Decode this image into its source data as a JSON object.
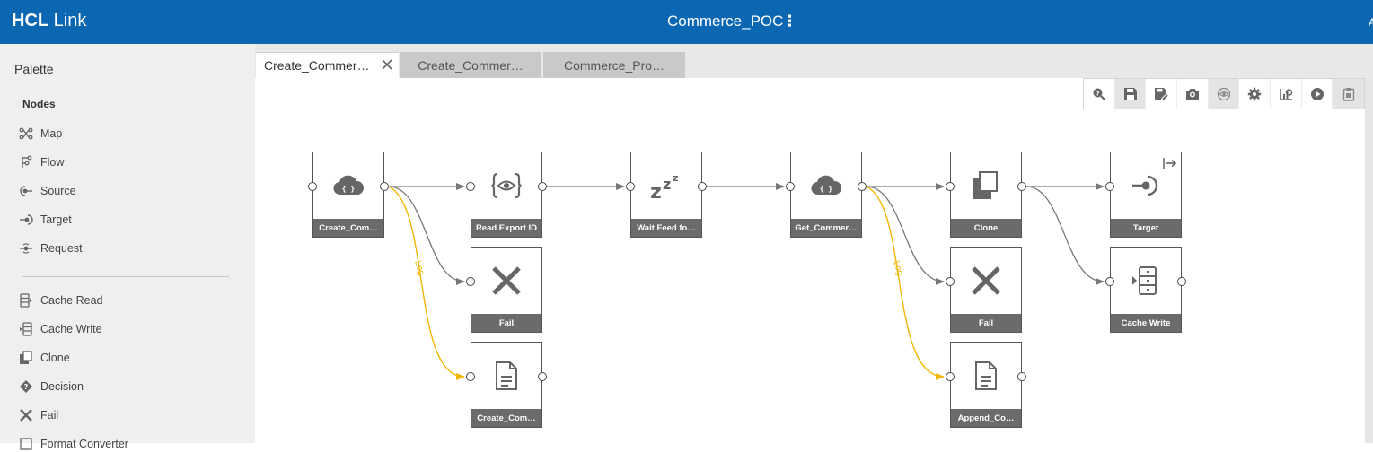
{
  "header": {
    "brand_bold": "HCL",
    "brand_rest": "Link",
    "project_title": "Commerce_POC",
    "kebab": "⋮",
    "edge_glyph": "A"
  },
  "palette": {
    "title": "Palette",
    "nodes_heading": "Nodes",
    "items": [
      {
        "label": "Map",
        "icon": "map-icon"
      },
      {
        "label": "Flow",
        "icon": "flow-icon"
      },
      {
        "label": "Source",
        "icon": "source-icon"
      },
      {
        "label": "Target",
        "icon": "target-icon"
      },
      {
        "label": "Request",
        "icon": "request-icon"
      },
      {
        "label": "Cache Read",
        "icon": "cache-read-icon"
      },
      {
        "label": "Cache Write",
        "icon": "cache-write-icon"
      },
      {
        "label": "Clone",
        "icon": "clone-icon"
      },
      {
        "label": "Decision",
        "icon": "decision-icon"
      },
      {
        "label": "Fail",
        "icon": "fail-icon"
      },
      {
        "label": "Format Converter",
        "icon": "format-converter-icon"
      }
    ]
  },
  "tabs": [
    {
      "label": "Create_Commer…",
      "active": true
    },
    {
      "label": "Create_Commer…",
      "active": false
    },
    {
      "label": "Commerce_Pro…",
      "active": false
    }
  ],
  "toolbar": [
    "search-icon",
    "save-icon",
    "save-as-icon",
    "snapshot-icon",
    "view-icon",
    "settings-icon",
    "monitor-icon",
    "run-icon",
    "clipboard-icon"
  ],
  "nodes": [
    {
      "id": "n1",
      "label": "Create_Com…",
      "icon": "cloud-icon"
    },
    {
      "id": "n2",
      "label": "Read Export ID",
      "icon": "json-view-icon"
    },
    {
      "id": "n3",
      "label": "Fail",
      "icon": "fail-icon"
    },
    {
      "id": "n4",
      "label": "Create_Com…",
      "icon": "document-icon"
    },
    {
      "id": "n5",
      "label": "Wait Feed fo…",
      "icon": "sleep-icon"
    },
    {
      "id": "n6",
      "label": "Get_Commer…",
      "icon": "cloud-icon"
    },
    {
      "id": "n7",
      "label": "Clone",
      "icon": "clone-icon"
    },
    {
      "id": "n8",
      "label": "Fail",
      "icon": "fail-icon"
    },
    {
      "id": "n9",
      "label": "Append_Co…",
      "icon": "document-icon"
    },
    {
      "id": "n10",
      "label": "Target",
      "icon": "target-icon"
    },
    {
      "id": "n11",
      "label": "Cache Write",
      "icon": "cache-write-icon"
    }
  ],
  "links": {
    "log_label": "Log",
    "colors": {
      "normal": "#777777",
      "log": "#f2b705"
    }
  }
}
